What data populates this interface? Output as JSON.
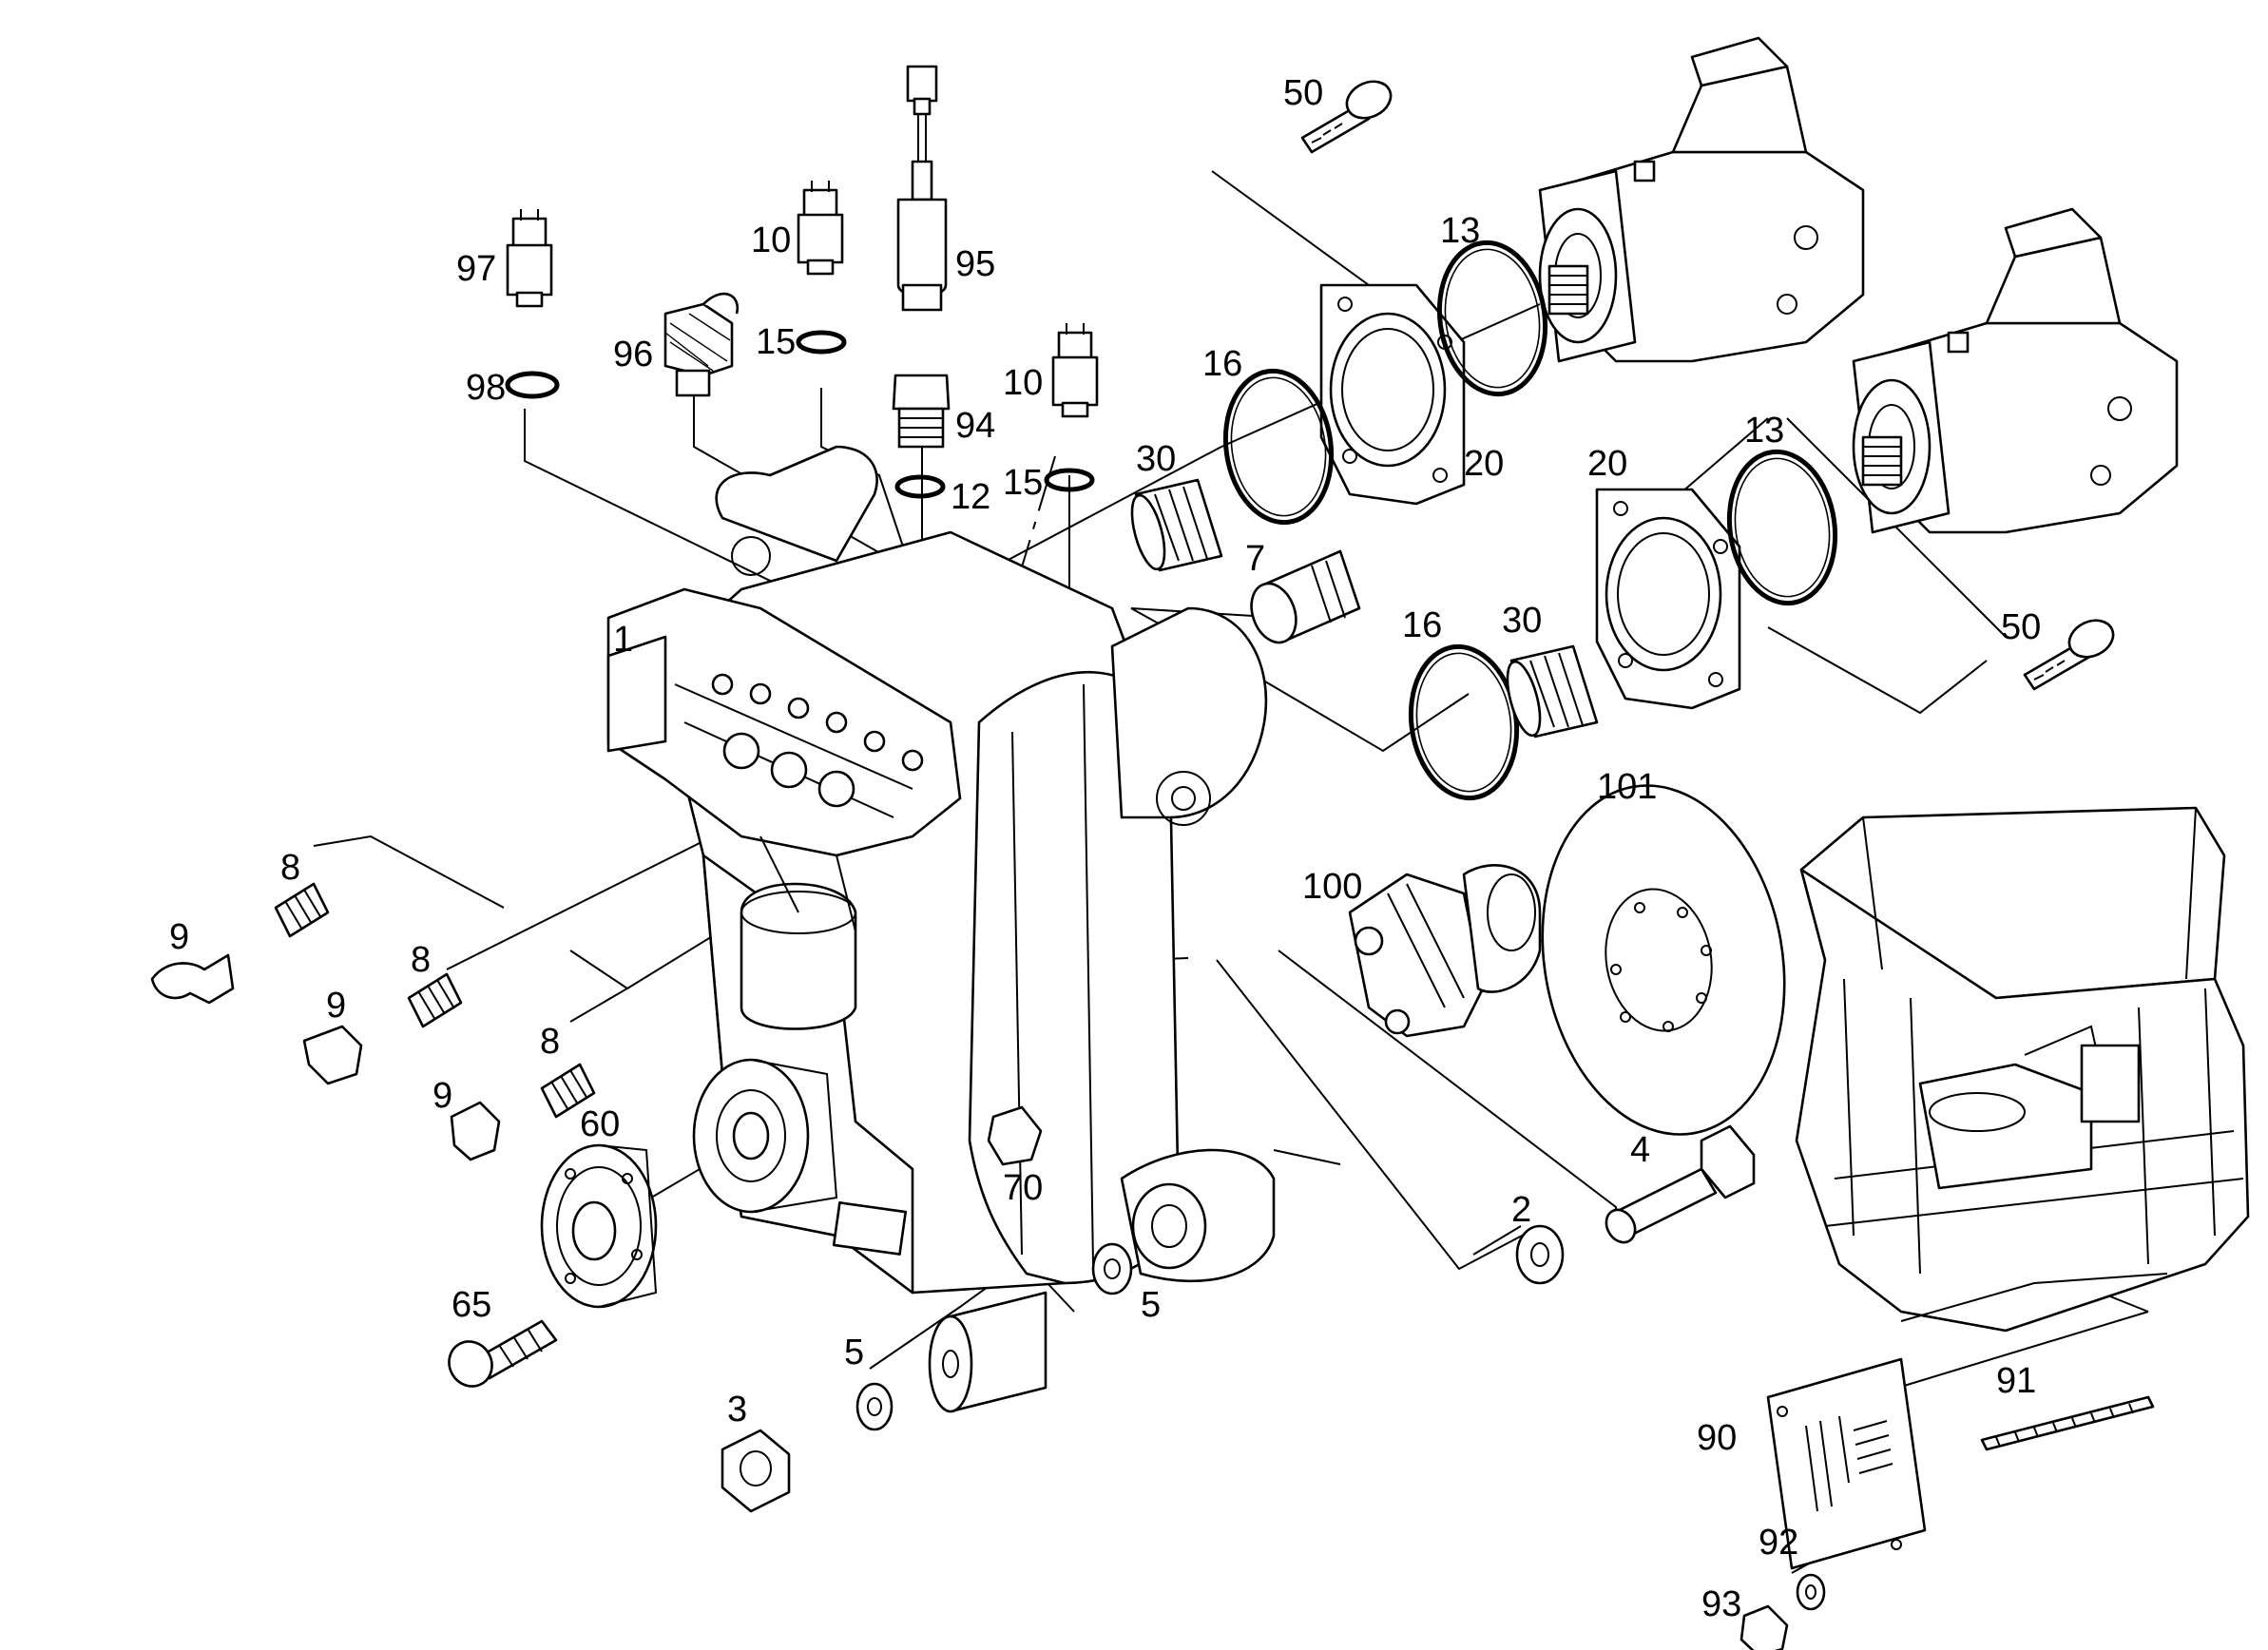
{
  "diagram": {
    "type": "exploded parts diagram",
    "callouts": [
      {
        "id": "c97",
        "label": "97"
      },
      {
        "id": "c98",
        "label": "98"
      },
      {
        "id": "c10a",
        "label": "10"
      },
      {
        "id": "c15a",
        "label": "15"
      },
      {
        "id": "c96",
        "label": "96"
      },
      {
        "id": "c95",
        "label": "95"
      },
      {
        "id": "c94",
        "label": "94"
      },
      {
        "id": "c12",
        "label": "12"
      },
      {
        "id": "c10b",
        "label": "10"
      },
      {
        "id": "c15b",
        "label": "15"
      },
      {
        "id": "c50a",
        "label": "50"
      },
      {
        "id": "c13a",
        "label": "13"
      },
      {
        "id": "c16a",
        "label": "16"
      },
      {
        "id": "c30a",
        "label": "30"
      },
      {
        "id": "c20a",
        "label": "20"
      },
      {
        "id": "c20b",
        "label": "20"
      },
      {
        "id": "c13b",
        "label": "13"
      },
      {
        "id": "c7",
        "label": "7"
      },
      {
        "id": "c1",
        "label": "1"
      },
      {
        "id": "c16b",
        "label": "16"
      },
      {
        "id": "c30b",
        "label": "30"
      },
      {
        "id": "c50b",
        "label": "50"
      },
      {
        "id": "c101",
        "label": "101"
      },
      {
        "id": "c100",
        "label": "100"
      },
      {
        "id": "c8a",
        "label": "8"
      },
      {
        "id": "c9a",
        "label": "9"
      },
      {
        "id": "c8b",
        "label": "8"
      },
      {
        "id": "c9b",
        "label": "9"
      },
      {
        "id": "c8c",
        "label": "8"
      },
      {
        "id": "c9c",
        "label": "9"
      },
      {
        "id": "c60",
        "label": "60"
      },
      {
        "id": "c70",
        "label": "70"
      },
      {
        "id": "c4",
        "label": "4"
      },
      {
        "id": "c2",
        "label": "2"
      },
      {
        "id": "c65",
        "label": "65"
      },
      {
        "id": "c5a",
        "label": "5"
      },
      {
        "id": "c5b",
        "label": "5"
      },
      {
        "id": "c3",
        "label": "3"
      },
      {
        "id": "c90",
        "label": "90"
      },
      {
        "id": "c91",
        "label": "91"
      },
      {
        "id": "c92",
        "label": "92"
      },
      {
        "id": "c93",
        "label": "93"
      }
    ]
  }
}
